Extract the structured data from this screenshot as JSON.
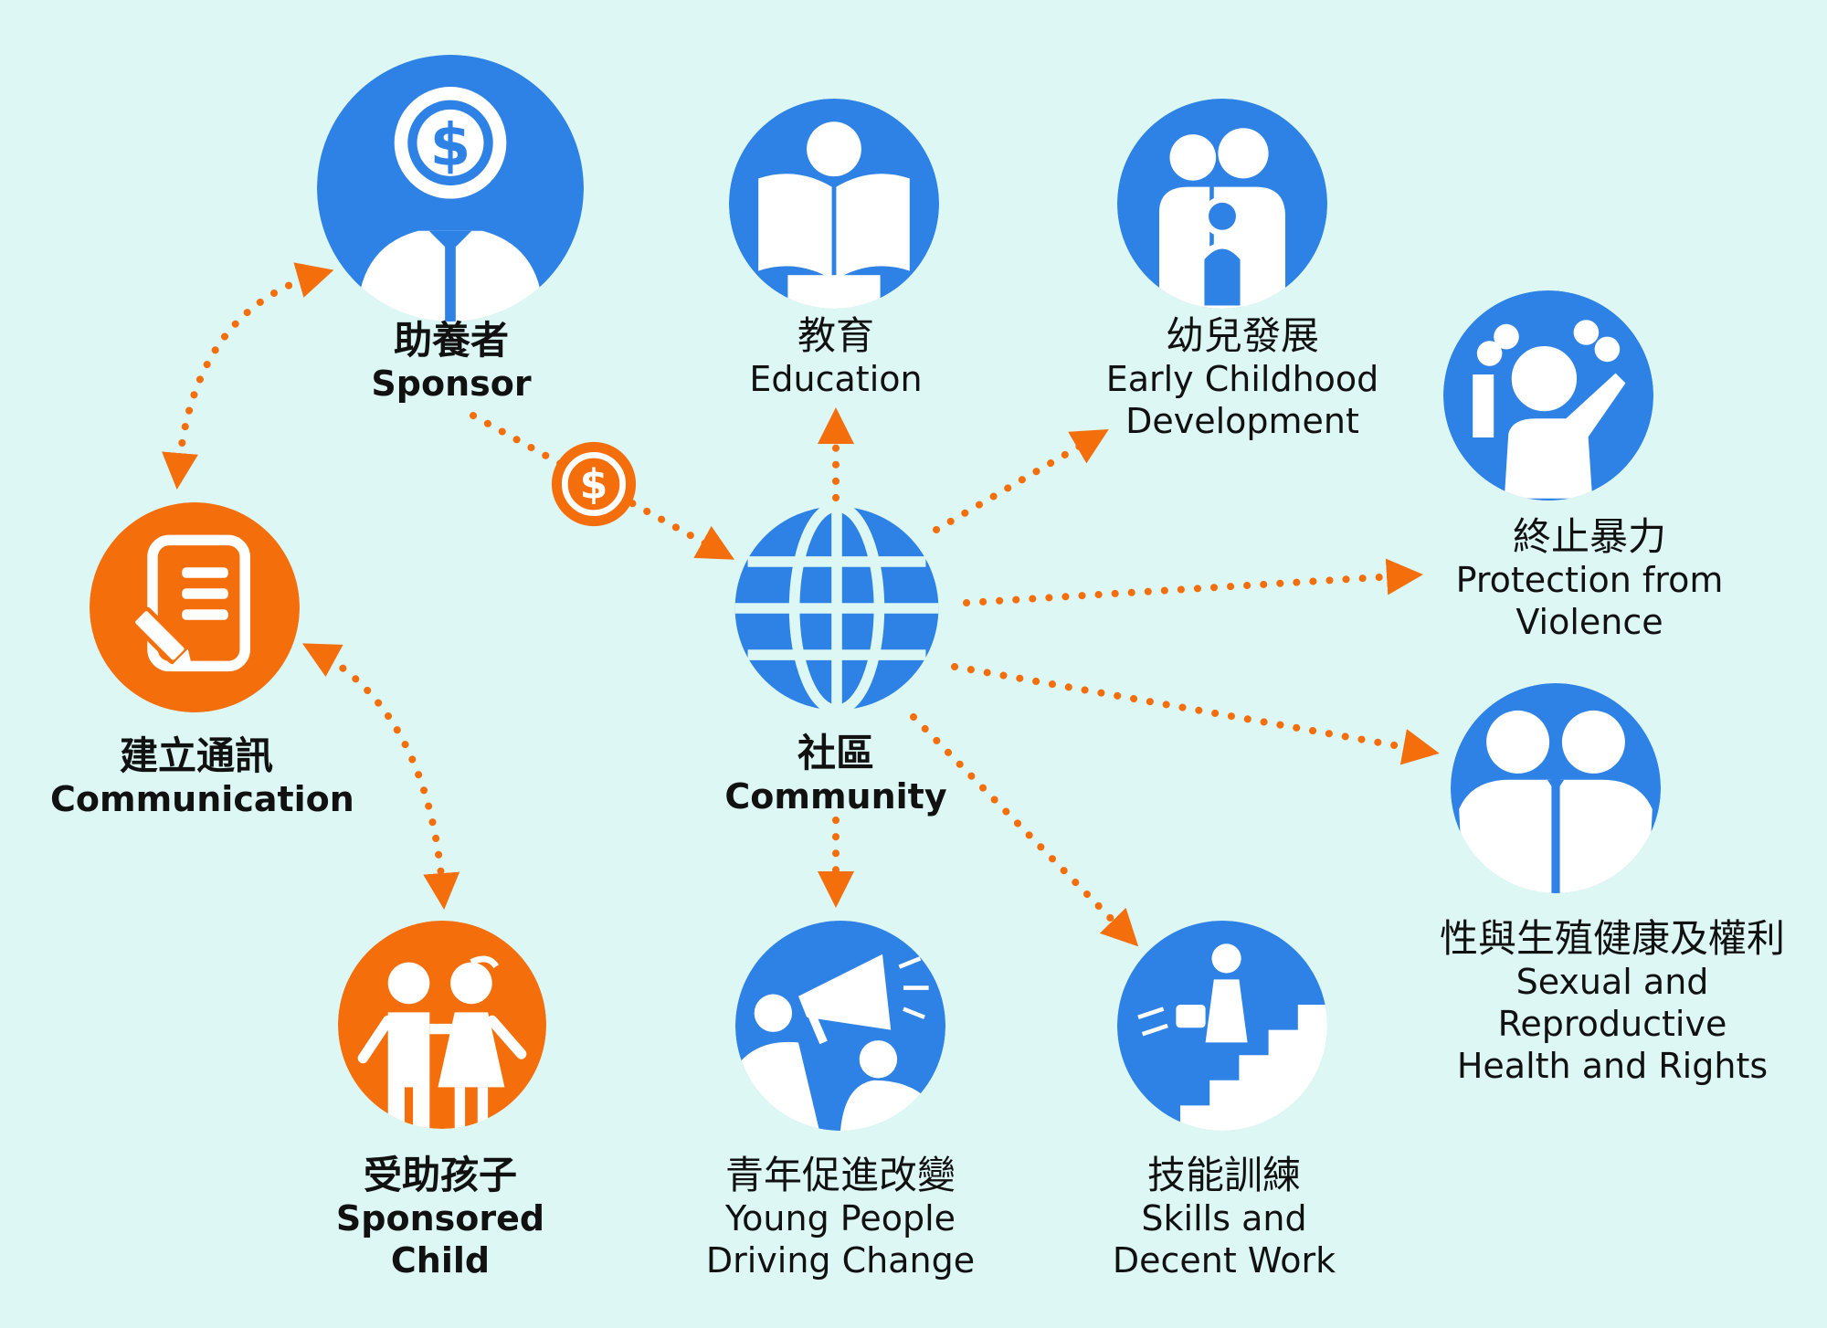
{
  "colors": {
    "background": "#dcf7f4",
    "blue": "#2e82e6",
    "orange": "#f46e0c",
    "white": "#ffffff",
    "text": "#111111"
  },
  "nodes": {
    "sponsor": {
      "zh": "助養者",
      "en": "Sponsor",
      "icon": "sponsor-dollar-person-icon"
    },
    "communication": {
      "zh": "建立通訊",
      "en": "Communication",
      "icon": "letter-pencil-icon"
    },
    "child": {
      "zh": "受助孩子",
      "en_line1": "Sponsored",
      "en_line2": "Child",
      "icon": "two-children-icon"
    },
    "community": {
      "zh": "社區",
      "en": "Community",
      "icon": "globe-icon"
    },
    "education": {
      "zh": "教育",
      "en": "Education",
      "icon": "reading-book-icon"
    },
    "ecd": {
      "zh": "幼兒發展",
      "en_line1": "Early Childhood",
      "en_line2": "Development",
      "icon": "family-icon"
    },
    "violence": {
      "zh": "終止暴力",
      "en_line1": "Protection from",
      "en_line2": "Violence",
      "icon": "raised-hand-group-icon"
    },
    "srhr": {
      "zh": "性與生殖健康及權利",
      "en_line1": "Sexual and",
      "en_line2": "Reproductive",
      "en_line3": "Health and Rights",
      "icon": "two-people-icon"
    },
    "youth": {
      "zh": "青年促進改變",
      "en_line1": "Young People",
      "en_line2": "Driving Change",
      "icon": "megaphone-icon"
    },
    "skills": {
      "zh": "技能訓練",
      "en_line1": "Skills and",
      "en_line2": "Decent Work",
      "icon": "stairs-briefcase-icon"
    }
  },
  "connector_icon": "dollar-coin-icon"
}
